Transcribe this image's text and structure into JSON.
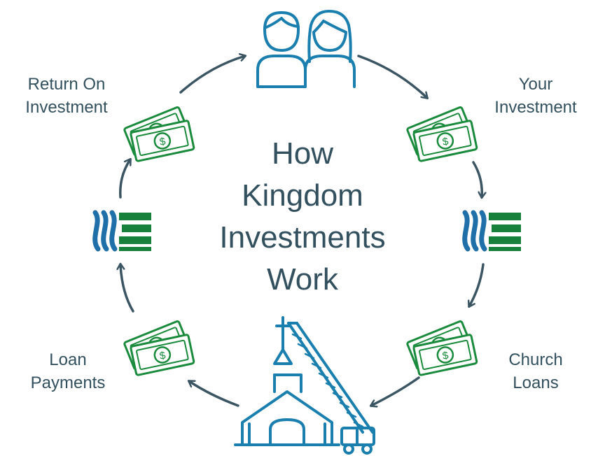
{
  "title_lines": [
    "How",
    "Kingdom",
    "Investments",
    "Work"
  ],
  "labels": {
    "return_on_investment": [
      "Return On",
      "Investment"
    ],
    "your_investment": [
      "Your",
      "Investment"
    ],
    "church_loans": [
      "Church",
      "Loans"
    ],
    "loan_payments": [
      "Loan",
      "Payments"
    ]
  },
  "icons": {
    "people": "people-icon",
    "money": "money-bills-icon",
    "logo": "kingdom-logo-icon",
    "church": "church-under-construction-icon"
  },
  "colors": {
    "text": "#33505e",
    "arrow": "#3b5563",
    "icon_blue": "#1a7fae",
    "money_green": "#1a8a3c",
    "logo_blue": "#1f6fa8",
    "logo_green": "#17813c"
  }
}
